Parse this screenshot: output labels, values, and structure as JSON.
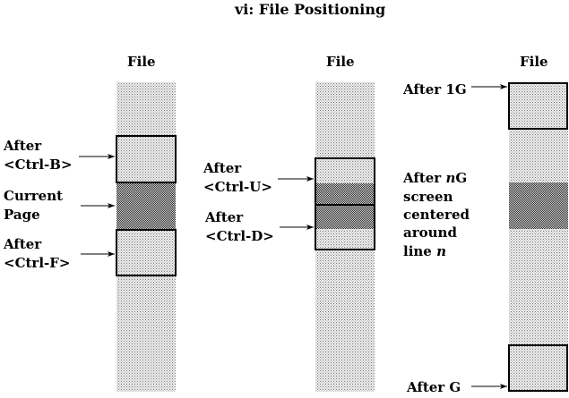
{
  "title": "vi: File Positioning",
  "columns": [
    {
      "heading": "File",
      "labels": [
        {
          "line1": "After",
          "line2": "<Ctrl-B>"
        },
        {
          "line1": "Current",
          "line2": "Page"
        },
        {
          "line1": "After",
          "line2": "<Ctrl-F>"
        }
      ]
    },
    {
      "heading": "File",
      "labels": [
        {
          "line1": "After",
          "line2": "<Ctrl-U>"
        },
        {
          "line1": "After",
          "line2": "<Ctrl-D>"
        }
      ]
    },
    {
      "heading": "File",
      "labels": {
        "top": "After 1G",
        "middle_a": "After ",
        "middle_n": "n",
        "middle_b": "G",
        "middle_lines": [
          "screen",
          "centered",
          "around"
        ],
        "middle_last": "line ",
        "middle_last_n": "n",
        "bottom": "After G"
      }
    }
  ],
  "colors": {
    "light_fill": "#d9d9d9",
    "dark_fill": "#9c9c9c",
    "ink": "#000000"
  }
}
